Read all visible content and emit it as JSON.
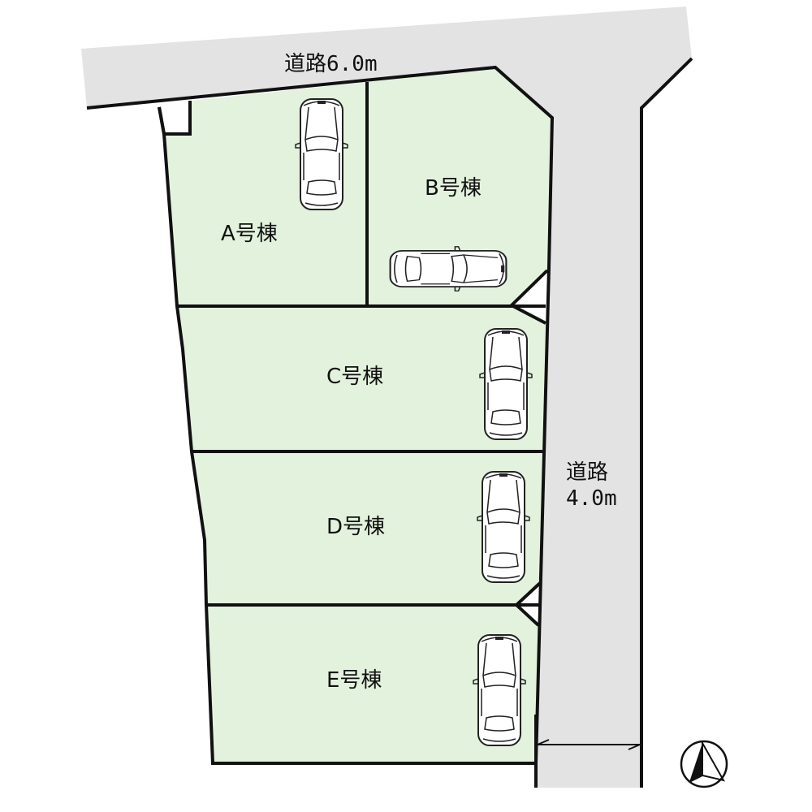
{
  "roads": {
    "north": {
      "label": "道路6.0m",
      "width_m": "6.0m"
    },
    "east": {
      "label_line1": "道路",
      "label_line2": "4.0m",
      "width_m": "4.0m"
    }
  },
  "lots": [
    {
      "id": "A",
      "label": "A号棟"
    },
    {
      "id": "B",
      "label": "B号棟"
    },
    {
      "id": "C",
      "label": "C号棟"
    },
    {
      "id": "D",
      "label": "D号棟"
    },
    {
      "id": "E",
      "label": "E号棟"
    }
  ],
  "compass": {
    "direction": "north"
  },
  "colors": {
    "lot_fill": "#e3f2dd",
    "road_fill": "#e3e3e3",
    "line": "#111111"
  }
}
